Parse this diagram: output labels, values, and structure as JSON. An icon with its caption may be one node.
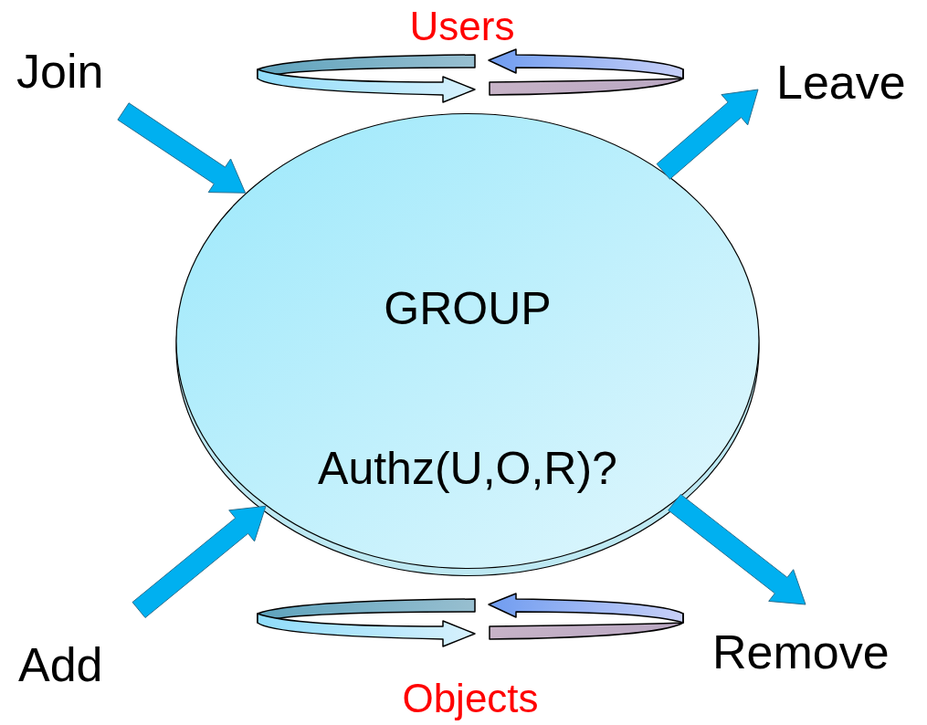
{
  "diagram": {
    "nodes": [
      {
        "text": [
          "GROUP",
          "Authz(U,O,R)?"
        ]
      },
      {
        "text": [
          "Join"
        ]
      },
      {
        "text": [
          "Leave"
        ]
      },
      {
        "text": [
          "Add"
        ]
      },
      {
        "text": [
          "Remove"
        ]
      }
    ],
    "edges": [
      {
        "from": 1,
        "to": 0,
        "arrow": "to",
        "style": "thick"
      },
      {
        "from": 0,
        "to": 2,
        "arrow": "to",
        "style": "thick"
      },
      {
        "from": 3,
        "to": 0,
        "arrow": "to",
        "style": "thick"
      },
      {
        "from": 0,
        "to": 4,
        "arrow": "to",
        "style": "thick"
      }
    ],
    "labels": [
      "Users",
      "Objects"
    ]
  }
}
